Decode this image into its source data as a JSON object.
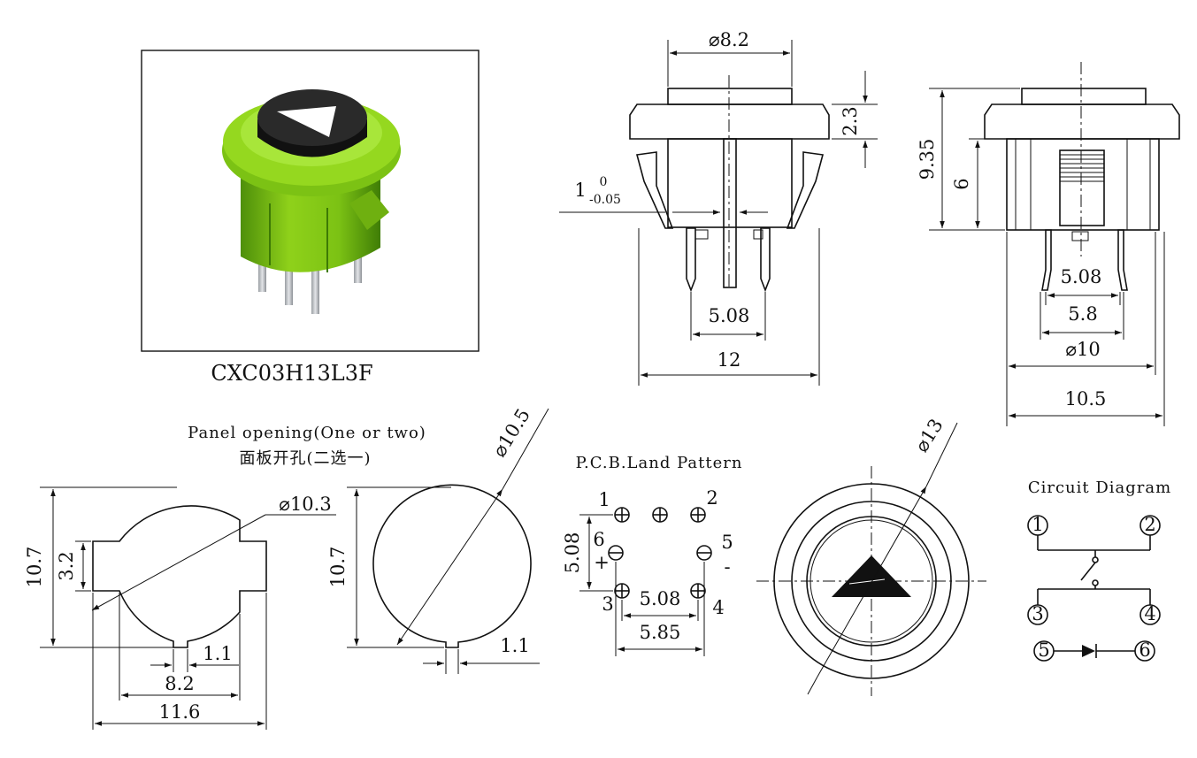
{
  "model": "CXC03H13L3F",
  "front_view": {
    "top_dia": "⌀8.2",
    "cap_h": "2.3",
    "tol_main": "1",
    "tol_upper": "0",
    "tol_lower": "-0.05",
    "pin_pitch": "5.08",
    "width": "12"
  },
  "side_view": {
    "height_total": "9.35",
    "height_body": "6",
    "pin_pitch": "5.08",
    "pin_span": "5.8",
    "body_dia": "⌀10",
    "flange": "10.5"
  },
  "panel_opening": {
    "title_en": "Panel opening(One or two)",
    "title_cn": "面板开孔(二选一)",
    "opt1": {
      "dia": "⌀10.3",
      "height": "10.7",
      "tab": "3.2",
      "notch": "1.1",
      "inner": "8.2",
      "outer": "11.6"
    },
    "opt2": {
      "dia": "⌀10.5",
      "height": "10.7",
      "notch": "1.1"
    }
  },
  "pcb": {
    "title": "P.C.B.Land Pattern",
    "pins": [
      "1",
      "2",
      "3",
      "4",
      "5",
      "6"
    ],
    "plus": "+",
    "minus": "-",
    "vert": "5.08",
    "pitch": "5.08",
    "span": "5.85"
  },
  "top_view": {
    "dia": "⌀13"
  },
  "circuit": {
    "title": "Circuit Diagram",
    "nodes": [
      "1",
      "2",
      "3",
      "4",
      "5",
      "6"
    ]
  },
  "colors": {
    "housing": "#8fd11a",
    "housing_dark": "#4e8f0a",
    "cap": "#2a2a2a",
    "pins": "#c9ccd0"
  }
}
